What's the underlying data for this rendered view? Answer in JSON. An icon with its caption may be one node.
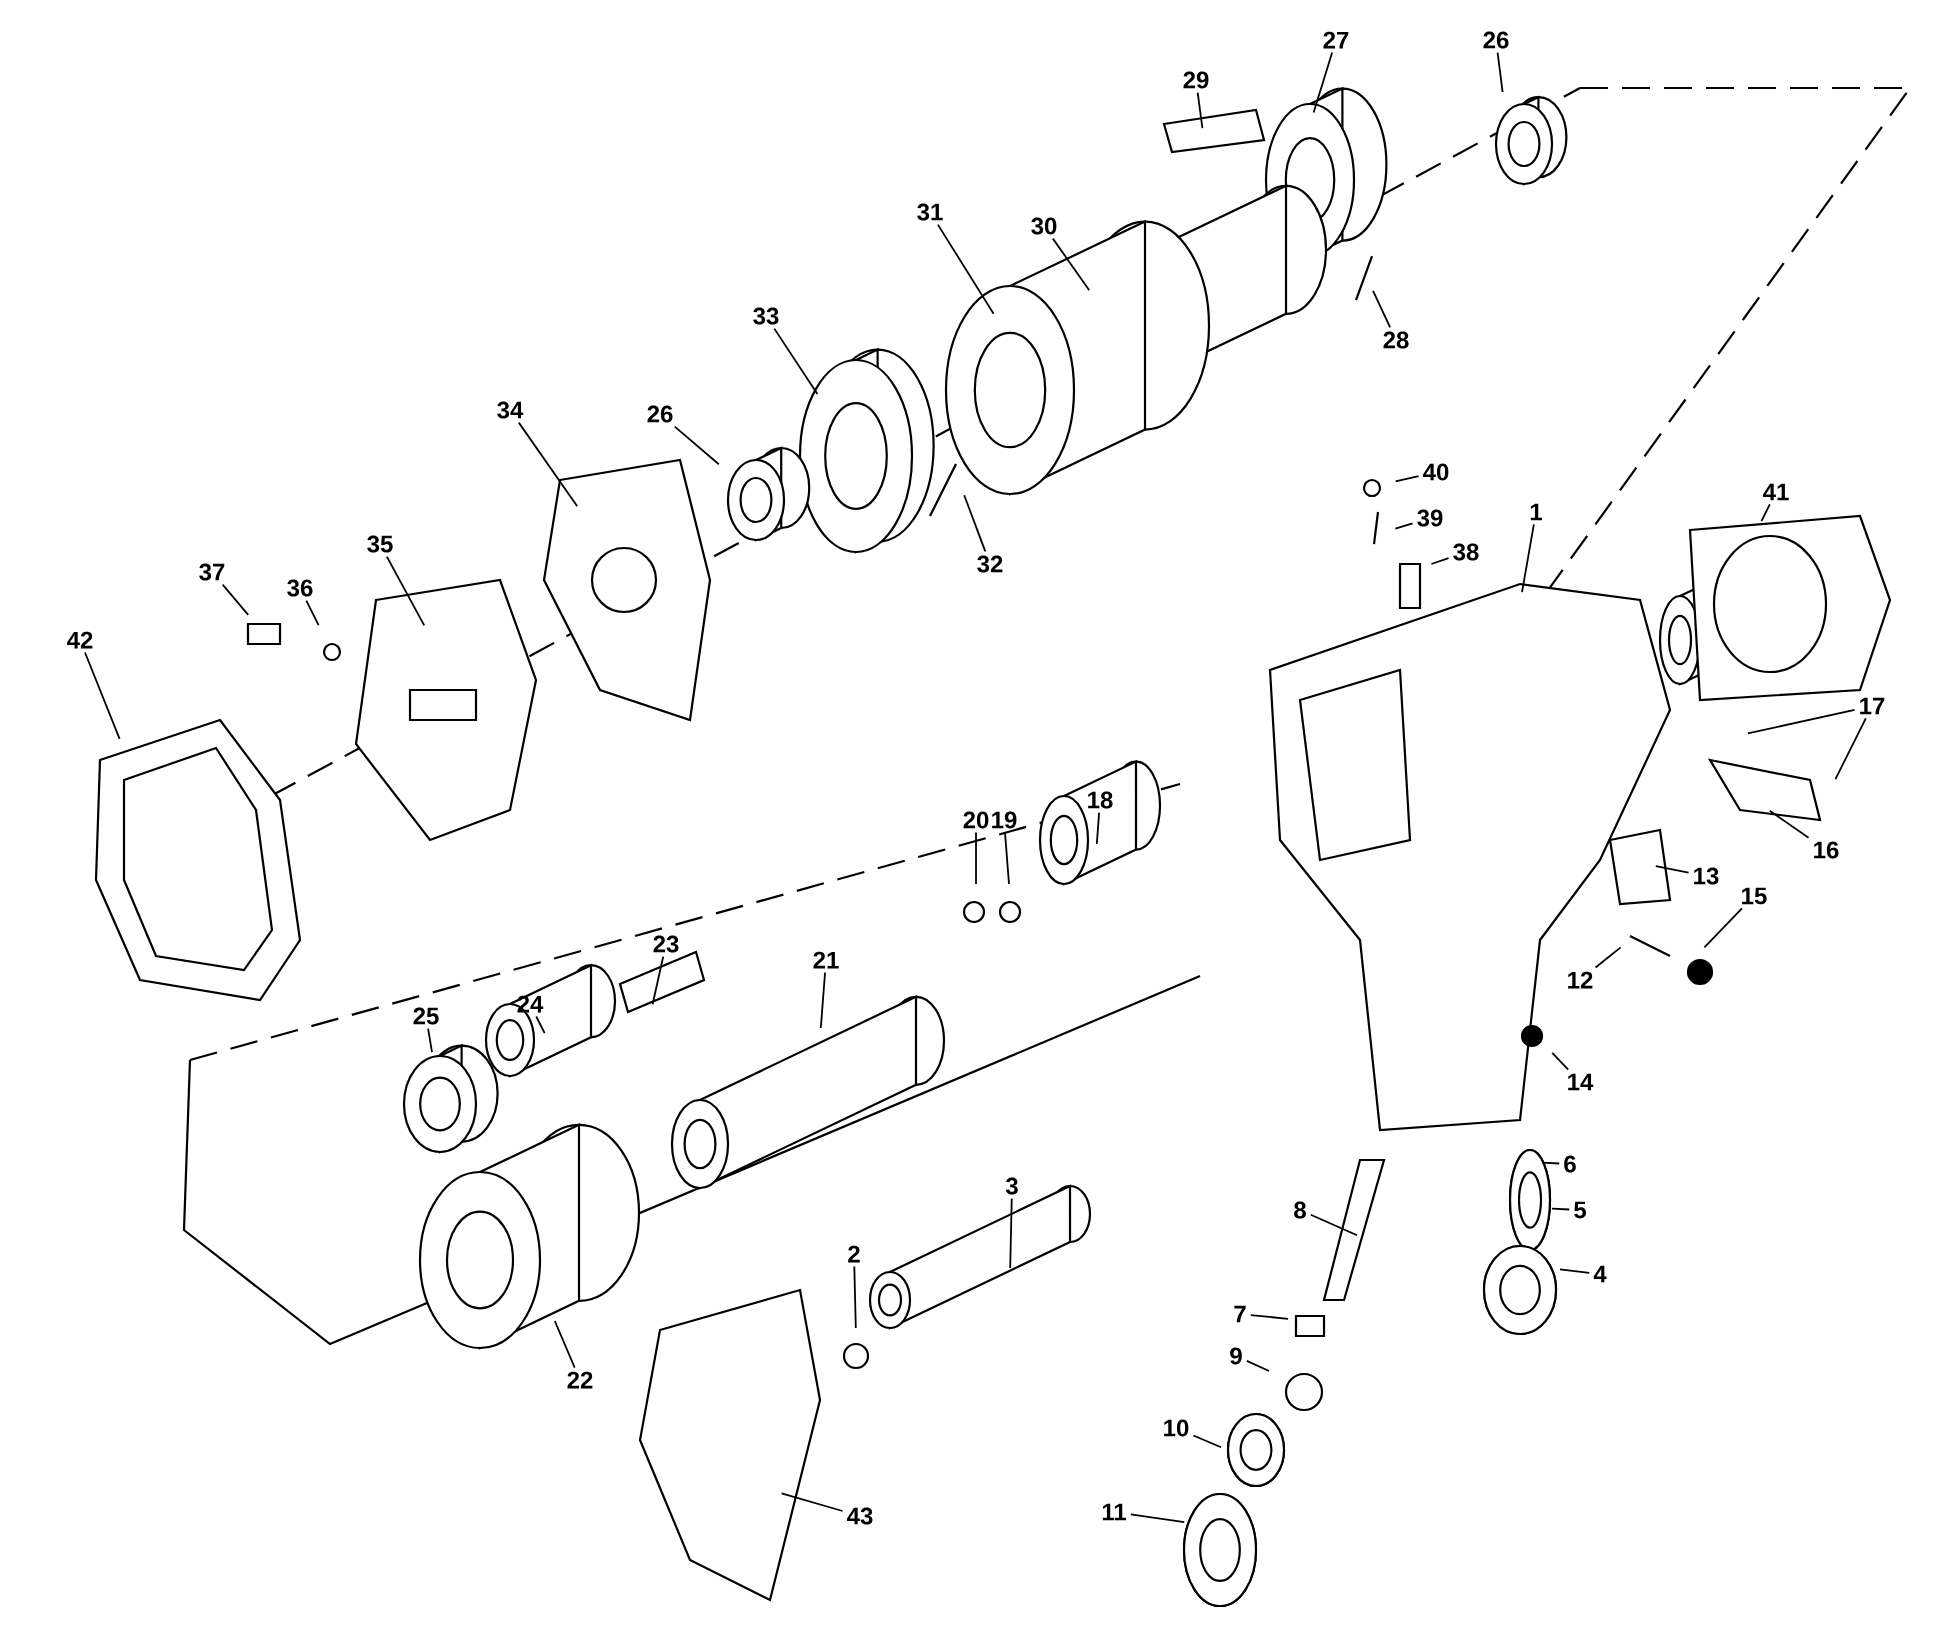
{
  "diagram": {
    "nodes": [
      {
        "text": [
          "29"
        ]
      },
      {
        "text": [
          "27"
        ]
      },
      {
        "text": [
          "26"
        ]
      },
      {
        "text": [
          "30"
        ]
      },
      {
        "text": [
          "31"
        ]
      },
      {
        "text": [
          "28"
        ]
      },
      {
        "text": [
          "33"
        ]
      },
      {
        "text": [
          "26"
        ]
      },
      {
        "text": [
          "34"
        ]
      },
      {
        "text": [
          "1"
        ]
      },
      {
        "text": [
          "40"
        ]
      },
      {
        "text": [
          "41"
        ]
      },
      {
        "text": [
          "39"
        ]
      },
      {
        "text": [
          "38"
        ]
      },
      {
        "text": [
          "35"
        ]
      },
      {
        "text": [
          "37"
        ]
      },
      {
        "text": [
          "36"
        ]
      },
      {
        "text": [
          "32"
        ]
      },
      {
        "text": [
          "42"
        ]
      },
      {
        "text": [
          "17"
        ]
      },
      {
        "text": [
          "18"
        ]
      },
      {
        "text": [
          "20"
        ]
      },
      {
        "text": [
          "19"
        ]
      },
      {
        "text": [
          "13"
        ]
      },
      {
        "text": [
          "16"
        ]
      },
      {
        "text": [
          "15"
        ]
      },
      {
        "text": [
          "23"
        ]
      },
      {
        "text": [
          "21"
        ]
      },
      {
        "text": [
          "12"
        ]
      },
      {
        "text": [
          "24"
        ]
      },
      {
        "text": [
          "25"
        ]
      },
      {
        "text": [
          "14"
        ]
      },
      {
        "text": [
          "6"
        ]
      },
      {
        "text": [
          "3"
        ]
      },
      {
        "text": [
          "8"
        ]
      },
      {
        "text": [
          "5"
        ]
      },
      {
        "text": [
          "2"
        ]
      },
      {
        "text": [
          "4"
        ]
      },
      {
        "text": [
          "7"
        ]
      },
      {
        "text": [
          "9"
        ]
      },
      {
        "text": [
          "22"
        ]
      },
      {
        "text": [
          "10"
        ]
      },
      {
        "text": [
          "11"
        ]
      },
      {
        "text": [
          "43"
        ]
      }
    ],
    "edges": [
      {
        "from": 0,
        "to": null,
        "arrow": "none"
      },
      {
        "from": 1,
        "to": null,
        "arrow": "none"
      },
      {
        "from": 2,
        "to": null,
        "arrow": "none"
      },
      {
        "from": 3,
        "to": null,
        "arrow": "none"
      },
      {
        "from": 4,
        "to": null,
        "arrow": "none"
      },
      {
        "from": 5,
        "to": null,
        "arrow": "none"
      },
      {
        "from": 6,
        "to": null,
        "arrow": "none"
      },
      {
        "from": 7,
        "to": null,
        "arrow": "none"
      },
      {
        "from": 8,
        "to": null,
        "arrow": "none"
      },
      {
        "from": 9,
        "to": null,
        "arrow": "none"
      },
      {
        "from": 10,
        "to": null,
        "arrow": "none"
      },
      {
        "from": 11,
        "to": null,
        "arrow": "none"
      },
      {
        "from": 12,
        "to": null,
        "arrow": "none"
      },
      {
        "from": 13,
        "to": null,
        "arrow": "none"
      },
      {
        "from": 14,
        "to": null,
        "arrow": "none"
      },
      {
        "from": 15,
        "to": null,
        "arrow": "none"
      },
      {
        "from": 16,
        "to": null,
        "arrow": "none"
      },
      {
        "from": 17,
        "to": null,
        "arrow": "none"
      },
      {
        "from": 18,
        "to": null,
        "arrow": "none"
      },
      {
        "from": 19,
        "to": null,
        "arrow": "none"
      },
      {
        "from": 19,
        "to": null,
        "arrow": "none"
      },
      {
        "from": 20,
        "to": null,
        "arrow": "none"
      },
      {
        "from": 21,
        "to": null,
        "arrow": "none"
      },
      {
        "from": 22,
        "to": null,
        "arrow": "none"
      },
      {
        "from": 23,
        "to": null,
        "arrow": "none"
      },
      {
        "from": 24,
        "to": null,
        "arrow": "none"
      },
      {
        "from": 25,
        "to": null,
        "arrow": "none"
      },
      {
        "from": 26,
        "to": null,
        "arrow": "none"
      },
      {
        "from": 27,
        "to": null,
        "arrow": "none"
      },
      {
        "from": 28,
        "to": null,
        "arrow": "none"
      },
      {
        "from": 29,
        "to": null,
        "arrow": "none"
      },
      {
        "from": 30,
        "to": null,
        "arrow": "none"
      },
      {
        "from": 31,
        "to": null,
        "arrow": "none"
      },
      {
        "from": 32,
        "to": null,
        "arrow": "none"
      },
      {
        "from": 33,
        "to": null,
        "arrow": "none"
      },
      {
        "from": 34,
        "to": null,
        "arrow": "none"
      },
      {
        "from": 35,
        "to": null,
        "arrow": "none"
      },
      {
        "from": 36,
        "to": null,
        "arrow": "none"
      },
      {
        "from": 37,
        "to": null,
        "arrow": "none"
      },
      {
        "from": 38,
        "to": null,
        "arrow": "none"
      },
      {
        "from": 39,
        "to": null,
        "arrow": "none"
      },
      {
        "from": 40,
        "to": null,
        "arrow": "none"
      },
      {
        "from": 41,
        "to": null,
        "arrow": "none"
      },
      {
        "from": 42,
        "to": null,
        "arrow": "none"
      },
      {
        "from": 43,
        "to": null,
        "arrow": "none"
      }
    ]
  }
}
